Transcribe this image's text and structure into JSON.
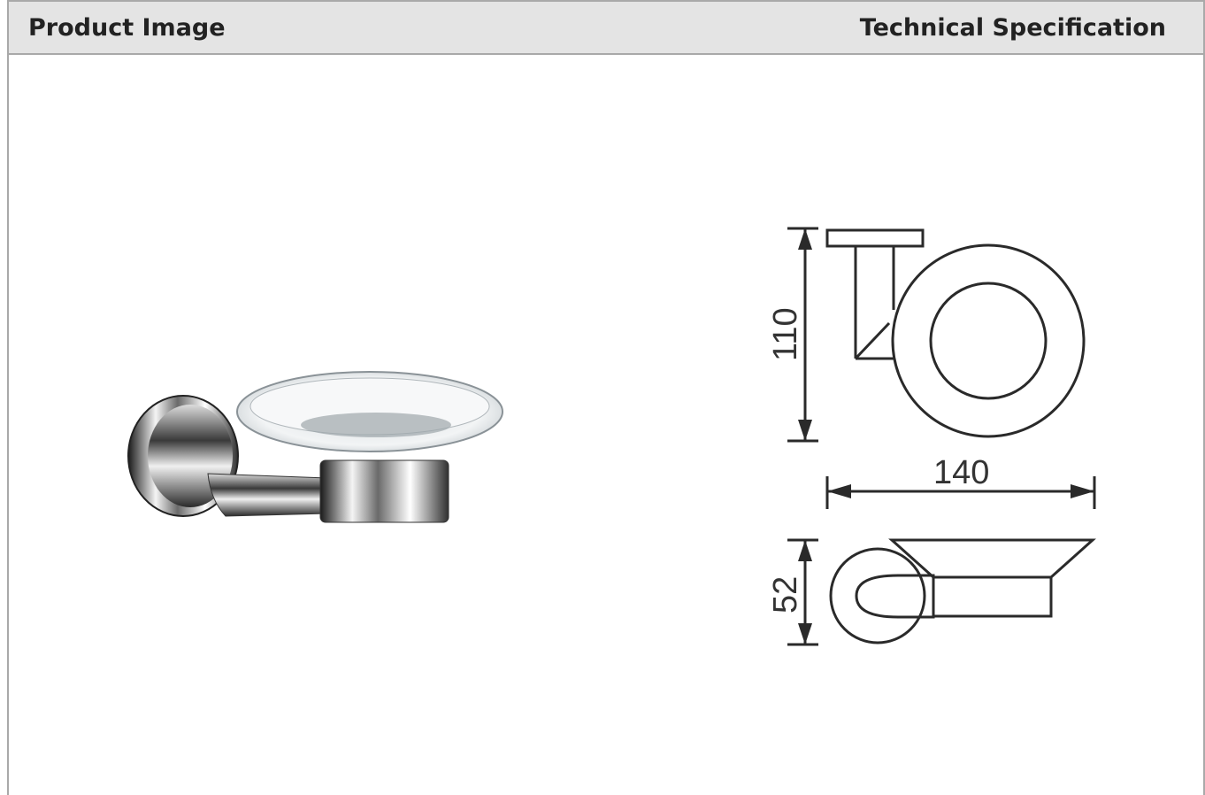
{
  "header": {
    "left_title": "Product Image",
    "right_title": "Technical Specification"
  },
  "product_image": {
    "description_icon": "soap-dish-photo"
  },
  "technical_drawing": {
    "dimensions": {
      "height": "110",
      "width": "140",
      "depth": "52"
    }
  }
}
